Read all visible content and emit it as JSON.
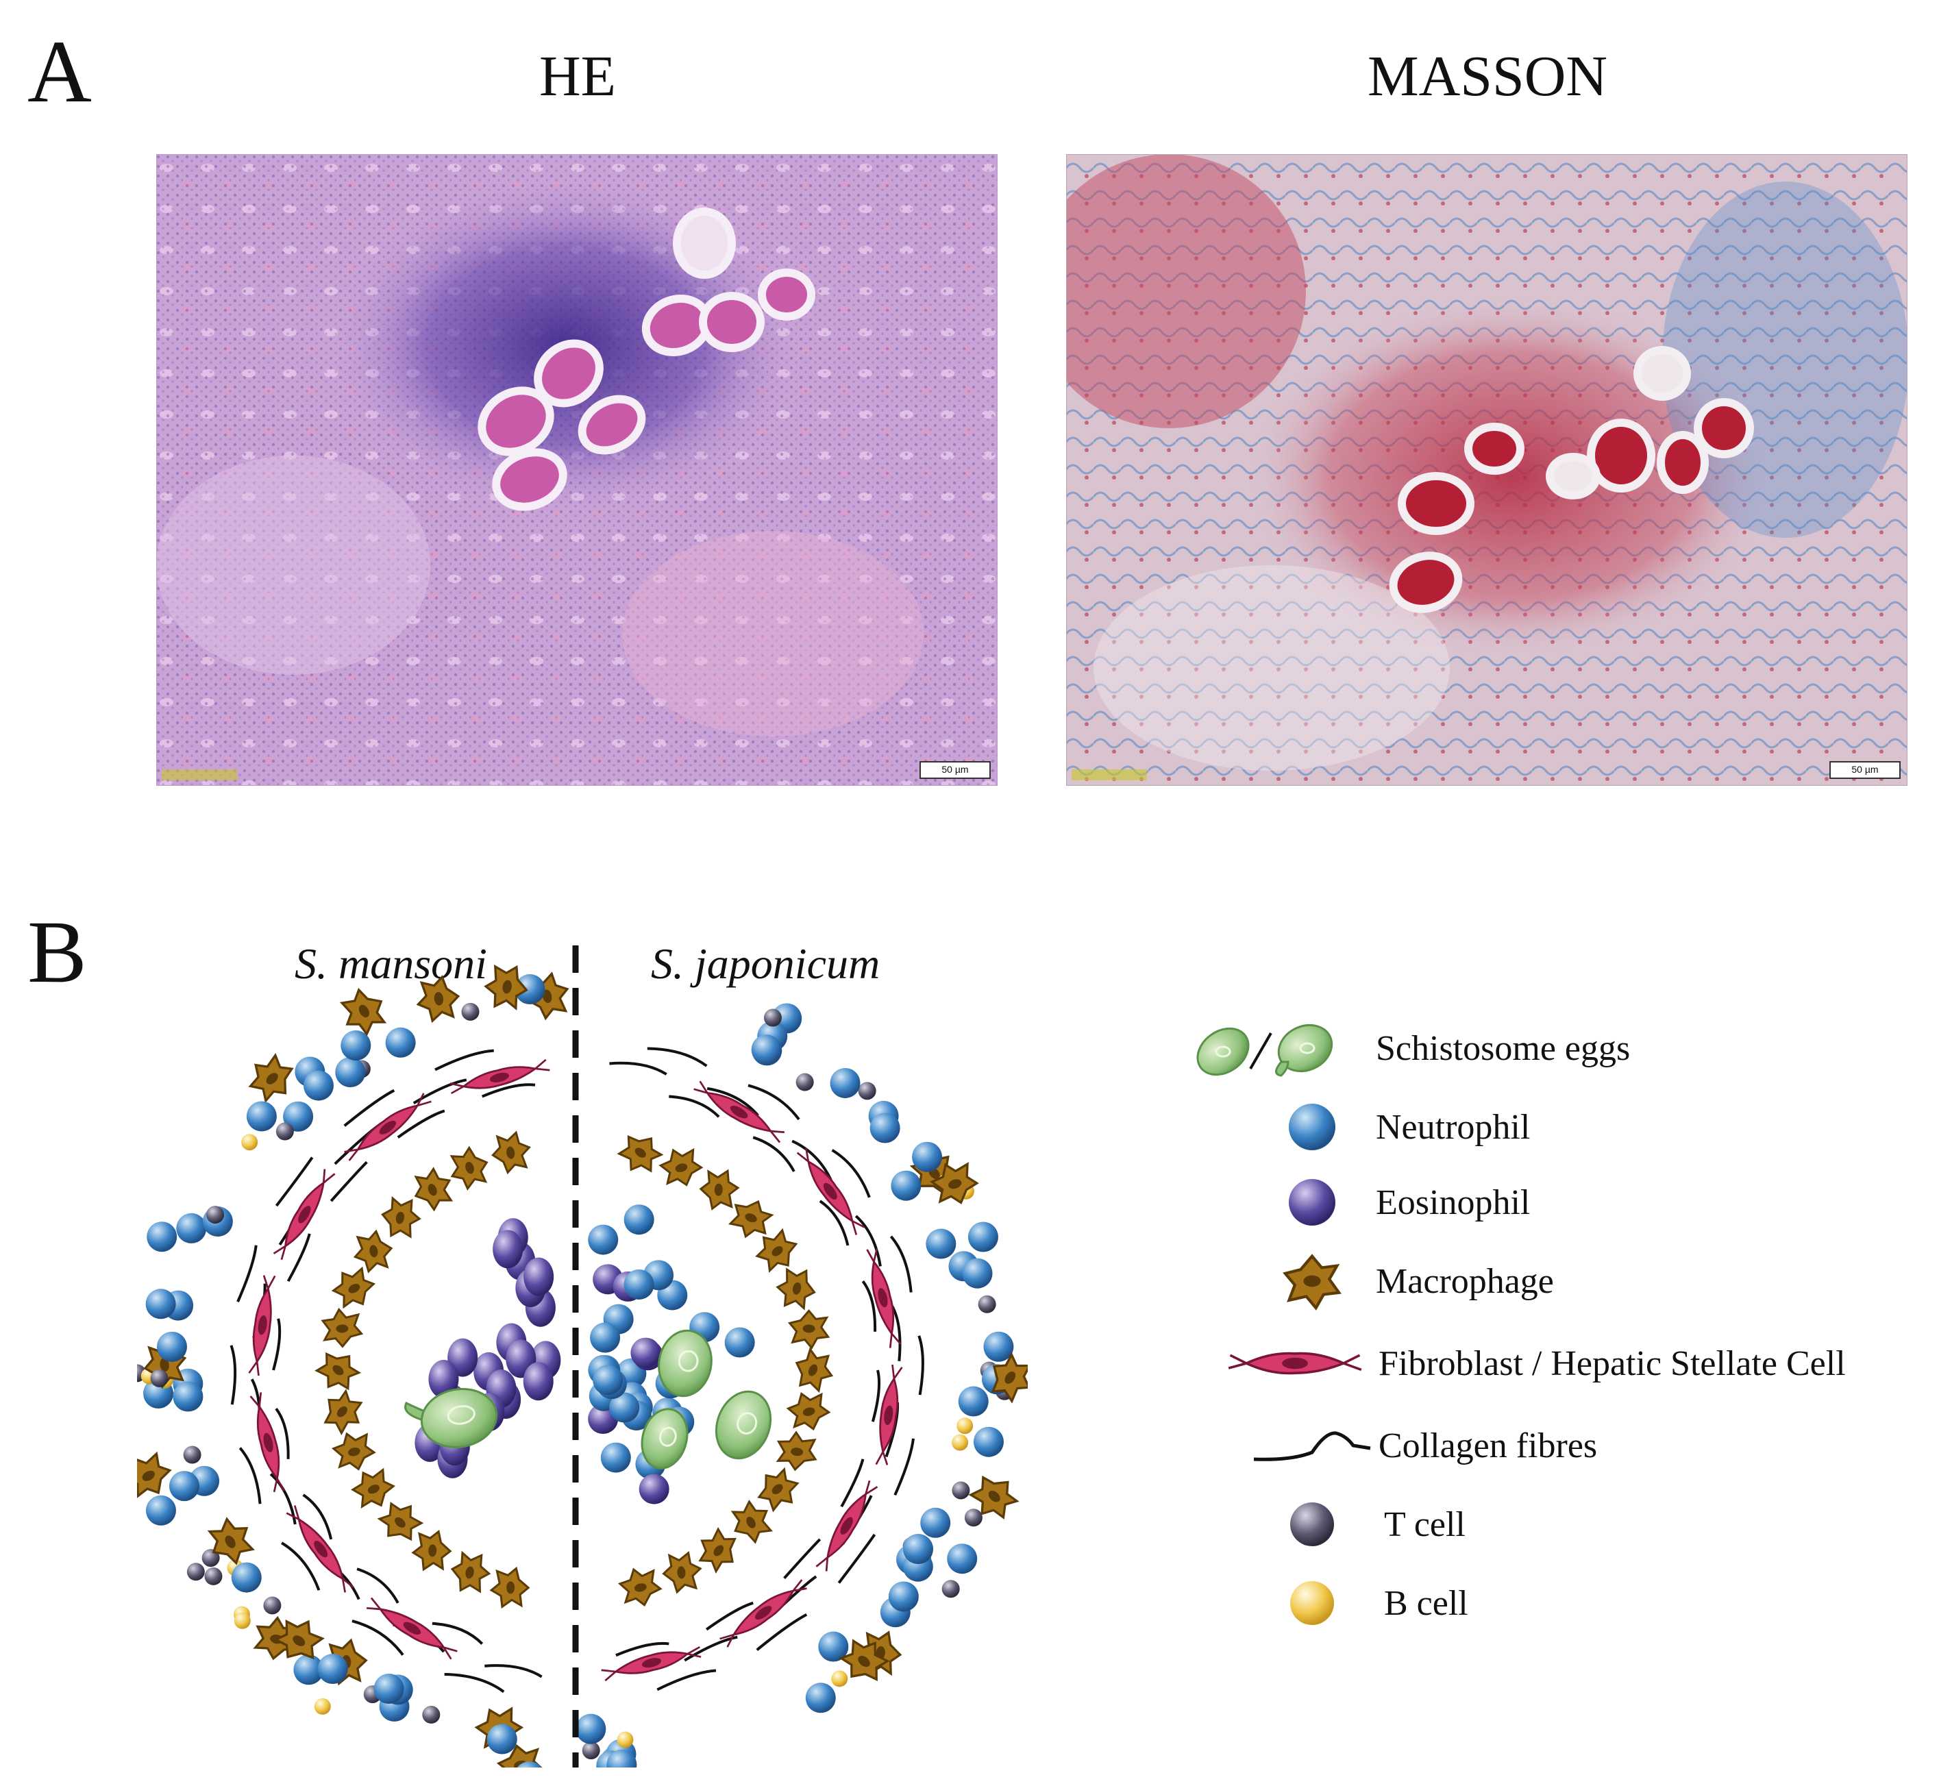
{
  "panel_a": {
    "letter": "A",
    "images": [
      {
        "title": "HE",
        "scale_label": "50 µm",
        "stain": "hematoxylin-eosin",
        "colors": {
          "base": "#c9a3d6",
          "dense": "#4b2f99",
          "pink": "#e28fb8"
        }
      },
      {
        "title": "MASSON",
        "scale_label": "50 µm",
        "stain": "masson-trichrome",
        "colors": {
          "base": "#d9c3cf",
          "red": "#b8243c",
          "blue": "#4a7fc1"
        }
      }
    ]
  },
  "panel_b": {
    "letter": "B",
    "left_species": "S. mansoni",
    "right_species": "S. japonicum",
    "legend": [
      {
        "icon": "schistosome-eggs-icon",
        "label": "Schistosome eggs",
        "color": "#8fc27a"
      },
      {
        "icon": "neutrophil-icon",
        "label": "Neutrophil",
        "color": "#3a83c6"
      },
      {
        "icon": "eosinophil-icon",
        "label": "Eosinophil",
        "color": "#5a4aa2"
      },
      {
        "icon": "macrophage-icon",
        "label": "Macrophage",
        "color": "#a87418"
      },
      {
        "icon": "fibroblast-icon",
        "label": "Fibroblast / Hepatic Stellate Cell",
        "color": "#d63a6a"
      },
      {
        "icon": "collagen-fibre-icon",
        "label": "Collagen fibres",
        "color": "#111111"
      },
      {
        "icon": "t-cell-icon",
        "label": "T cell",
        "color": "#5d5a72"
      },
      {
        "icon": "b-cell-icon",
        "label": "B cell",
        "color": "#f2c94c"
      }
    ]
  }
}
